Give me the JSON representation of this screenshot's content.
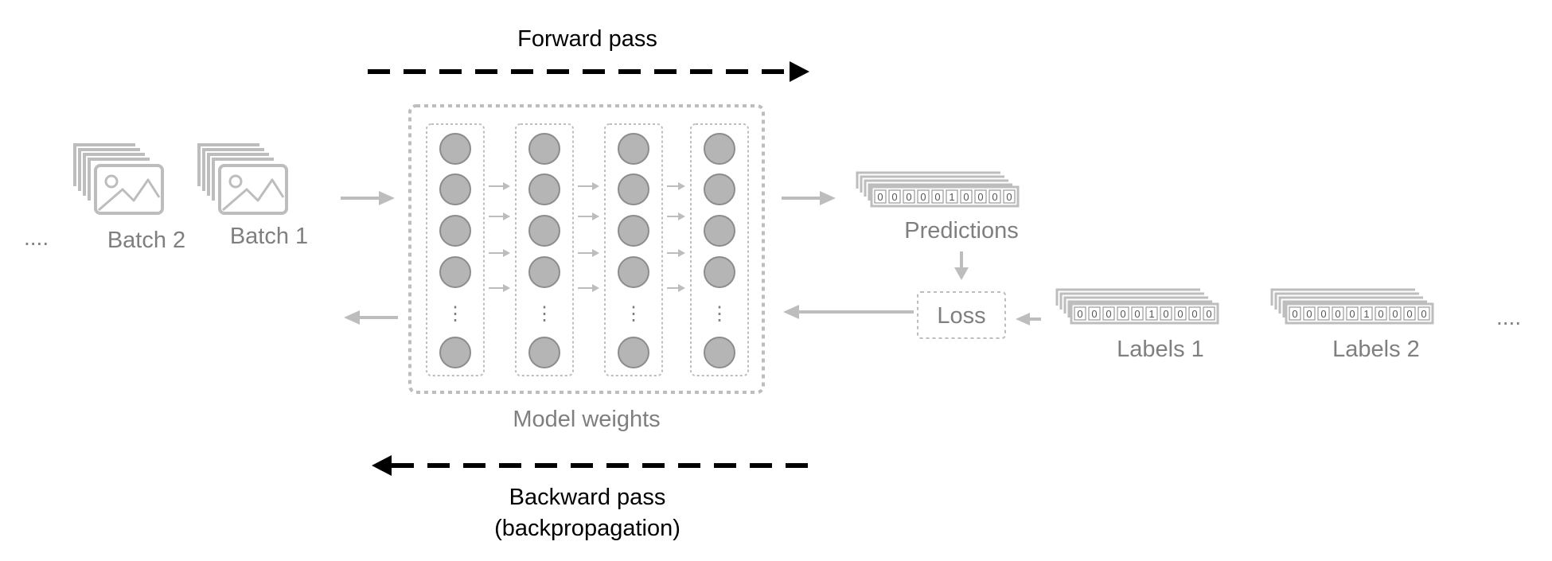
{
  "forward_label": "Forward pass",
  "backward_label_line1": "Backward pass",
  "backward_label_line2": "(backpropagation)",
  "batches": [
    "Batch 2",
    "Batch 1"
  ],
  "left_ellipsis": "....",
  "right_ellipsis": "....",
  "model_label": "Model weights",
  "predictions_label": "Predictions",
  "loss_label": "Loss",
  "labels": [
    "Labels 1",
    "Labels 2"
  ],
  "one_hot_vector": [
    "0",
    "0",
    "0",
    "0",
    "0",
    "1",
    "0",
    "0",
    "0",
    "0"
  ],
  "neuron_ellipsis": "⋮",
  "colors": {
    "gray": "#bdbdbd",
    "text_gray": "#7f7f7f",
    "node_fill": "#b5b5b5",
    "node_stroke": "#8c8c8c",
    "black": "#000000"
  },
  "icons": [
    "image-stack-icon",
    "right-arrow-icon",
    "left-arrow-icon",
    "neuron-node-icon"
  ]
}
